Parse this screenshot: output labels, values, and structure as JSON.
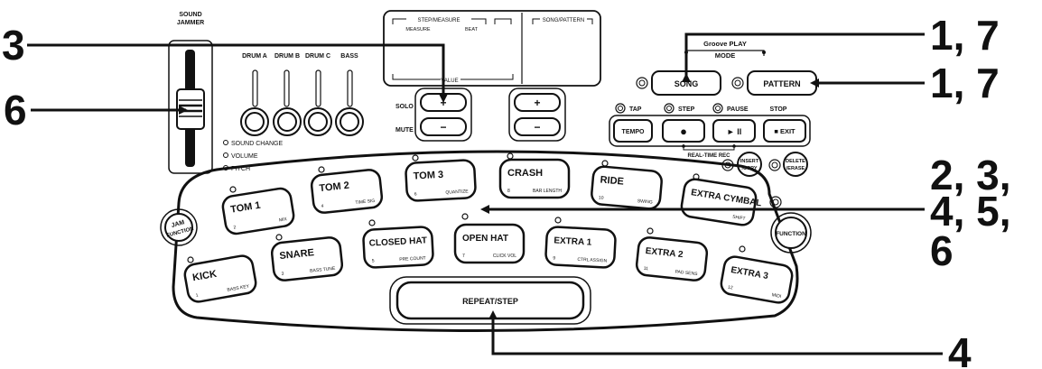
{
  "slider": {
    "title_line1": "SOUND",
    "title_line2": "JAMMER"
  },
  "knobs": {
    "labels": [
      "DRUM A",
      "DRUM B",
      "DRUM C",
      "BASS"
    ]
  },
  "sound_options": [
    "SOUND CHANGE",
    "VOLUME",
    "PITCH"
  ],
  "display": {
    "step_measure": "STEP/MEASURE",
    "measure": "MEASURE",
    "beat": "BEAT",
    "song_pattern": "SONG/PATTERN",
    "value": "VALUE"
  },
  "value_buttons": {
    "solo": "SOLO",
    "mute": "MUTE",
    "plus": "+",
    "minus": "−"
  },
  "mode": {
    "groove_play": "Groove PLAY",
    "mode": "MODE",
    "song": "SONG",
    "pattern": "PATTERN"
  },
  "transport": {
    "tap": "TAP",
    "step": "STEP",
    "pause": "PAUSE",
    "stop": "STOP",
    "tempo": "TEMPO",
    "record_symbol": "●",
    "play_pause": "► II",
    "exit": "■ EXIT",
    "realtime_rec": "REAL-TIME REC"
  },
  "edit_buttons": {
    "insert_line1": "INSERT",
    "insert_line2": "/COPY",
    "delete_line1": "DELETE",
    "delete_line2": "/ERASE"
  },
  "jam_function": {
    "line1": "JAM",
    "line2": "FUNCTION"
  },
  "function_button": "FUNCTION",
  "pads_top": [
    {
      "name": "TOM 1",
      "num": "2",
      "sub": "MIX"
    },
    {
      "name": "TOM 2",
      "num": "4",
      "sub": "TIME SIG"
    },
    {
      "name": "TOM 3",
      "num": "6",
      "sub": "QUANTIZE"
    },
    {
      "name": "CRASH",
      "num": "8",
      "sub": "BAR LENGTH"
    },
    {
      "name": "RIDE",
      "num": "10",
      "sub": "SWING"
    },
    {
      "name": "EXTRA CYMBAL",
      "num": "",
      "sub": "SHIFT"
    }
  ],
  "pads_bottom": [
    {
      "name": "KICK",
      "num": "1",
      "sub": "BASS KEY"
    },
    {
      "name": "SNARE",
      "num": "3",
      "sub": "BASS TUNE"
    },
    {
      "name": "CLOSED HAT",
      "num": "5",
      "sub": "PRE COUNT"
    },
    {
      "name": "OPEN HAT",
      "num": "7",
      "sub": "CLICK VOL"
    },
    {
      "name": "EXTRA 1",
      "num": "9",
      "sub": "CTRL ASSIGN"
    },
    {
      "name": "EXTRA 2",
      "num": "11",
      "sub": "PAD SENS"
    },
    {
      "name": "EXTRA 3",
      "num": "12",
      "sub": "MIDI"
    }
  ],
  "repeat_step": "REPEAT/STEP",
  "callouts": {
    "c3": "3",
    "c6": "6",
    "c17a": "1, 7",
    "c17b": "1, 7",
    "c23": "2, 3,",
    "c45": "4, 5,",
    "c6b": "6",
    "c4": "4"
  }
}
